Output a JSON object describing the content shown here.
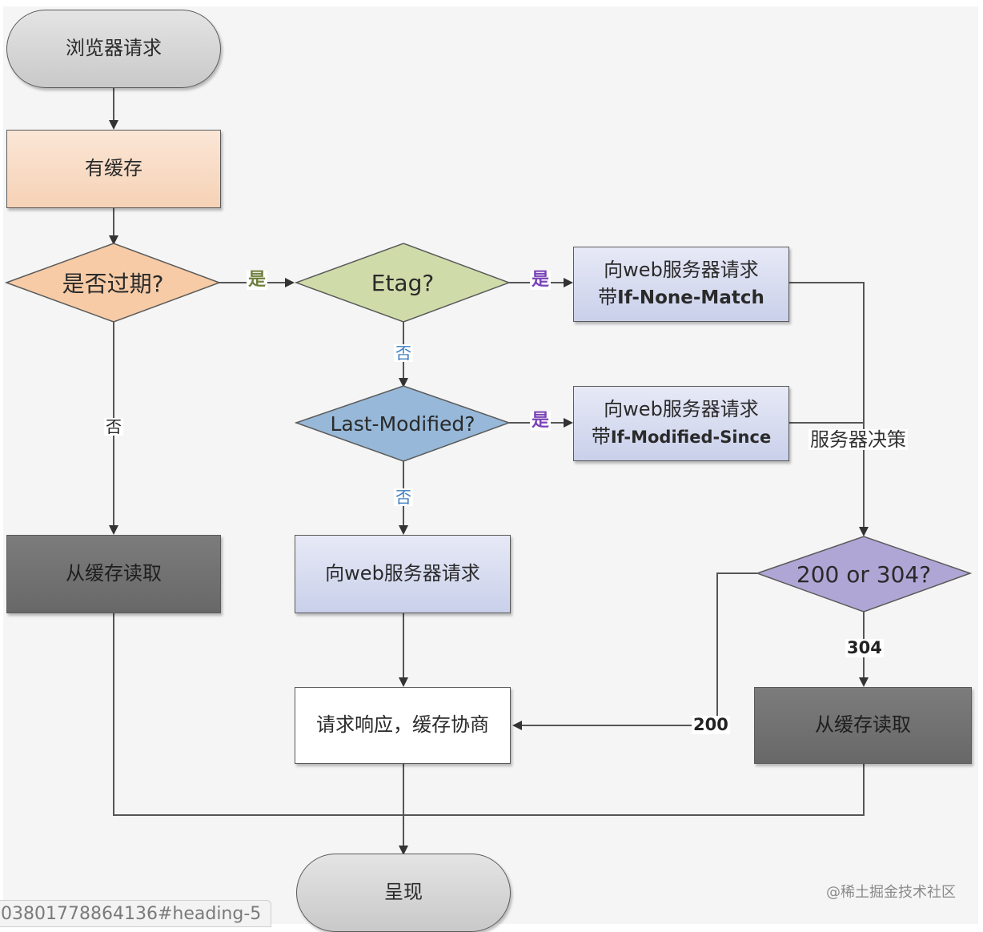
{
  "diagram": {
    "nodes": {
      "start": "浏览器请求",
      "has_cache": "有缓存",
      "expired": "是否过期?",
      "etag": "Etag?",
      "if_none_match_line1": "向web服务器请求",
      "if_none_match_line2_prefix": "带",
      "if_none_match_line2_code": "If-None-Match",
      "last_modified": "Last-Modified?",
      "if_modified_since_line1": "向web服务器请求",
      "if_modified_since_line2_prefix": "带",
      "if_modified_since_line2_code": "If-Modified-Since",
      "read_cache_left": "从缓存读取",
      "web_request": "向web服务器请求",
      "response_negotiate": "请求响应，缓存协商",
      "status_decision": "200 or 304?",
      "read_cache_right": "从缓存读取",
      "render": "呈现"
    },
    "edge_labels": {
      "expired_yes": "是",
      "expired_no": "否",
      "etag_yes": "是",
      "etag_no": "否",
      "last_modified_yes": "是",
      "last_modified_no": "否",
      "server_decision": "服务器决策",
      "code_304": "304",
      "code_200": "200"
    },
    "colors": {
      "start_end": "#d4d4d4",
      "has_cache": "#f8dcc4",
      "expired_diamond": "#f6cba6",
      "etag_diamond": "#cfdcaa",
      "last_modified_diamond": "#97b8d8",
      "request_box": "#d6dbef",
      "read_cache": "#727272",
      "status_diamond": "#b0a6d6",
      "response_box": "#ffffff",
      "label_yes_green": "#6f7f3c",
      "label_yes_purple": "#7a43b6",
      "label_no_blue": "#3f7fc0"
    }
  },
  "watermark": "@稀土掘金技术社区",
  "url_tooltip": "03801778864136#heading-5"
}
